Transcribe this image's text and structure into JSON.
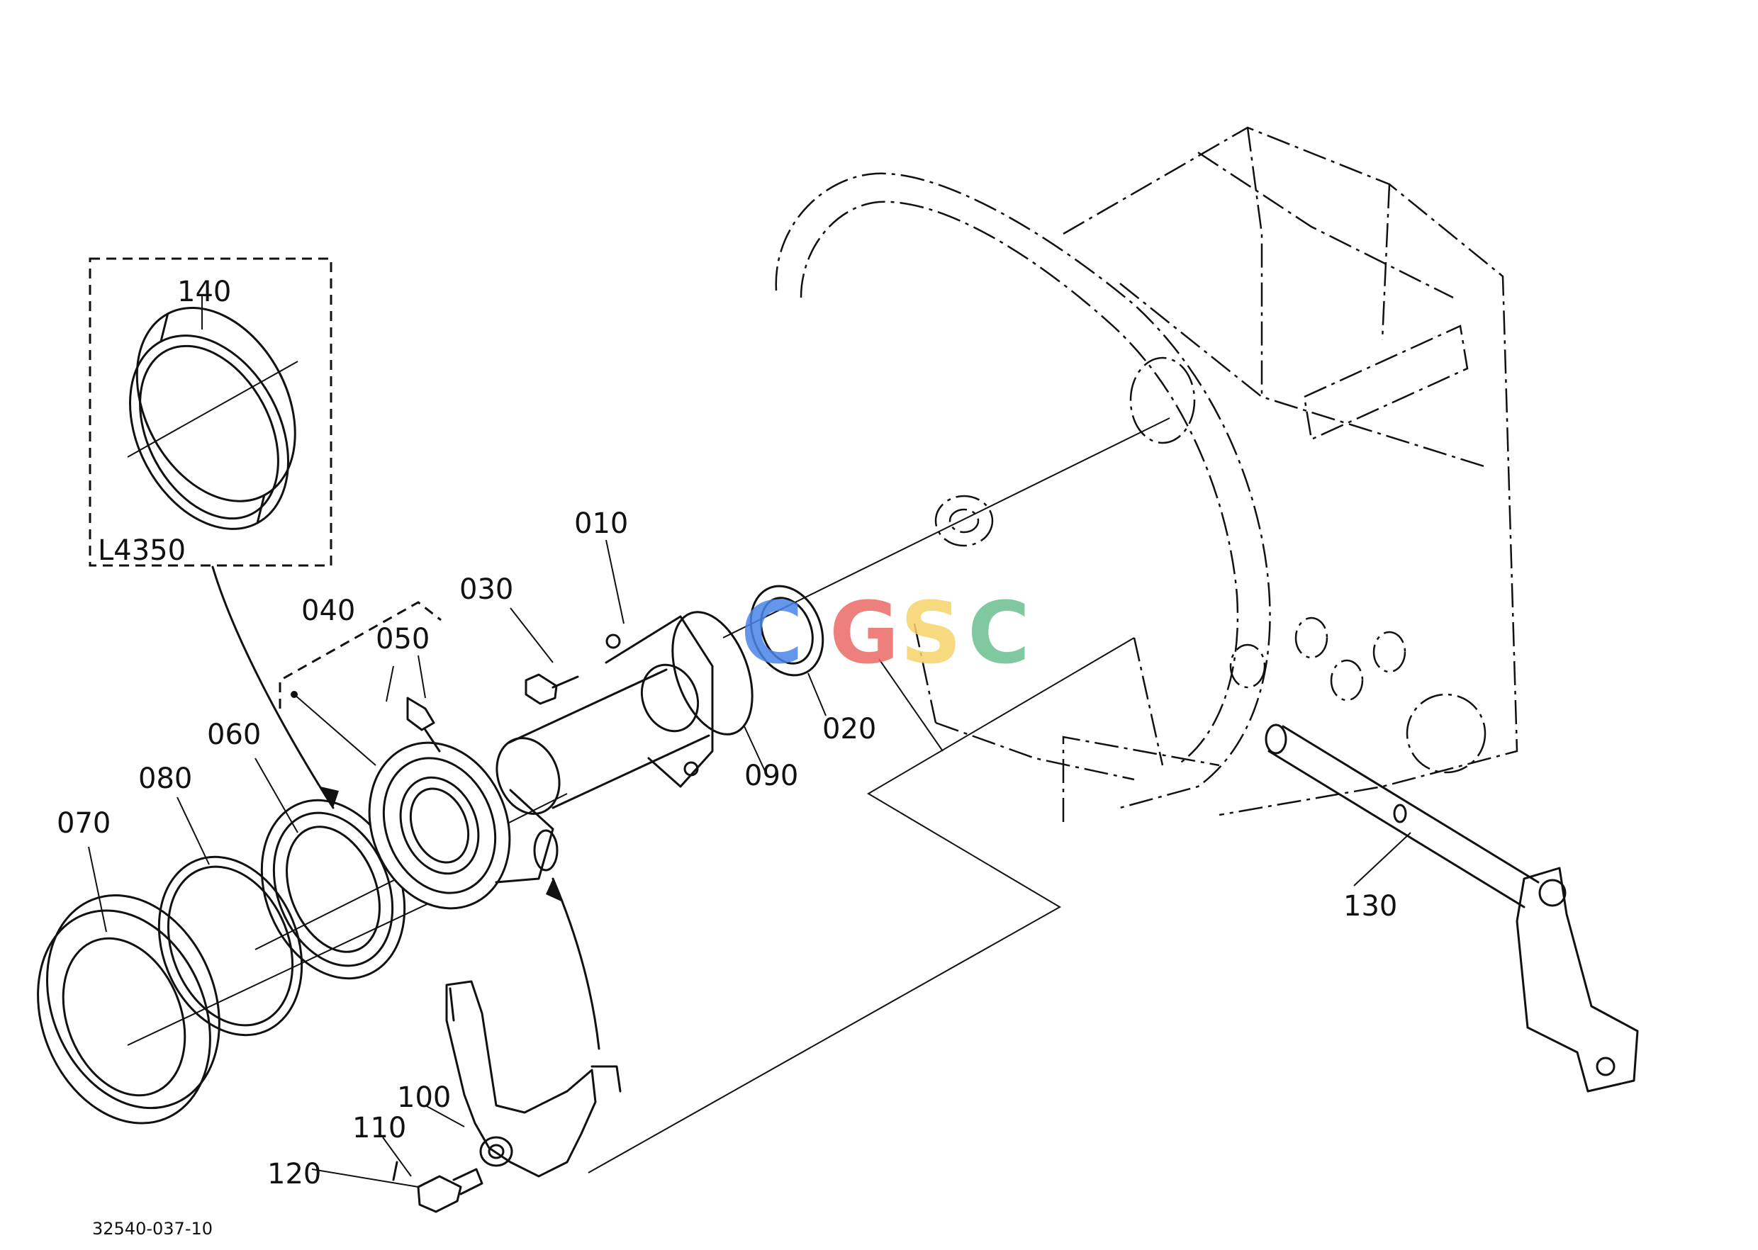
{
  "parts": [
    {
      "id": "p140",
      "label": "140"
    },
    {
      "id": "p010",
      "label": "010"
    },
    {
      "id": "p030",
      "label": "030"
    },
    {
      "id": "p040",
      "label": "040"
    },
    {
      "id": "p050",
      "label": "050"
    },
    {
      "id": "p060",
      "label": "060"
    },
    {
      "id": "p080",
      "label": "080"
    },
    {
      "id": "p070",
      "label": "070"
    },
    {
      "id": "p090",
      "label": "090"
    },
    {
      "id": "p020",
      "label": "020"
    },
    {
      "id": "p130",
      "label": "130"
    },
    {
      "id": "p100",
      "label": "100"
    },
    {
      "id": "p110",
      "label": "110"
    },
    {
      "id": "p120",
      "label": "120"
    }
  ],
  "inset": {
    "model": "L4350"
  },
  "drawing_code": "32540-037-10",
  "watermark": {
    "letters": [
      "C",
      "G",
      "S",
      "C"
    ],
    "colors": [
      "#4a86e8",
      "#ea6b66",
      "#f6d36b",
      "#6bbf8f"
    ]
  }
}
